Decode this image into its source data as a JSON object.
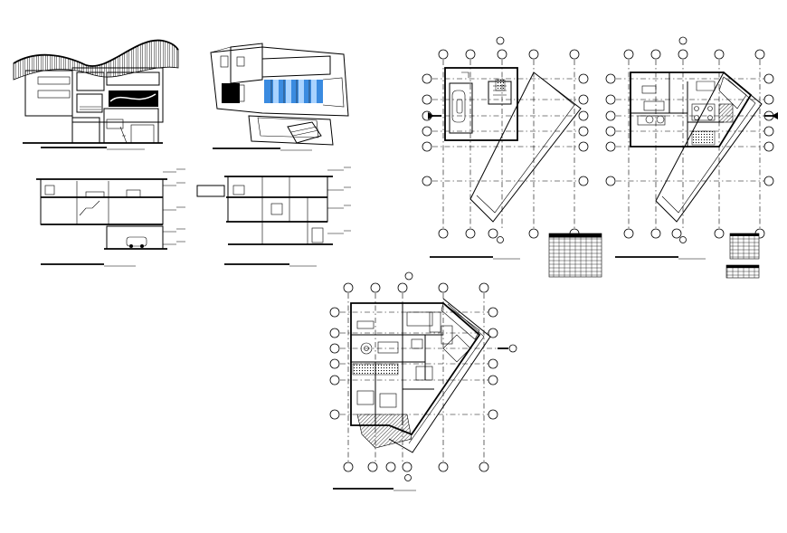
{
  "sheet": {
    "elevations": [
      "front-elevation",
      "perspective-view"
    ],
    "sections": [
      "section-a",
      "section-b"
    ],
    "plans": [
      "ground-floor-plan",
      "first-floor-plan",
      "second-floor-plan"
    ],
    "tables": [
      "area-table-1",
      "area-table-2",
      "area-table-3"
    ]
  },
  "colors": {
    "line": "#000000",
    "paper": "#ffffff",
    "glass": "#3a8be0",
    "glass_light": "#a9d3ff"
  }
}
